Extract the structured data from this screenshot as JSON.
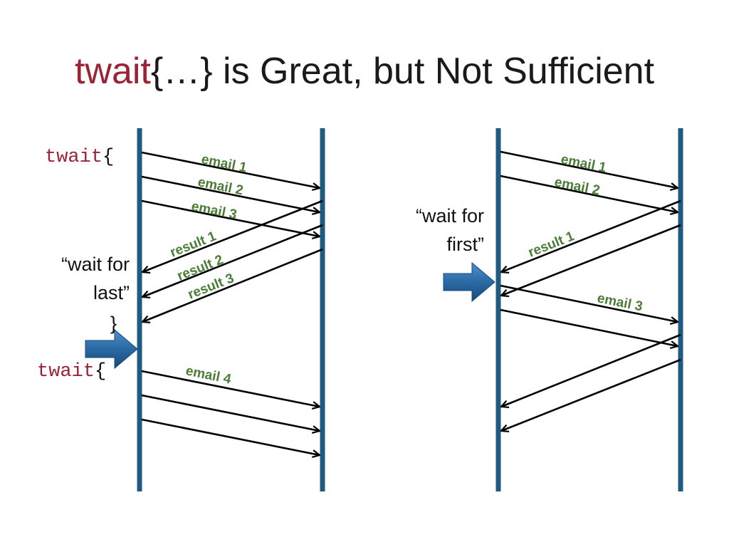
{
  "title": {
    "keyword": "twait",
    "braces": "{…}",
    "rest": " is Great, but Not Sufficient"
  },
  "left": {
    "code_open_1": {
      "keyword": "twait",
      "brace": "{"
    },
    "note_line1": "“wait for",
    "note_line2": "last”",
    "code_close": "}",
    "code_open_2": {
      "keyword": "twait",
      "brace": "{"
    },
    "labels": {
      "email1": "email 1",
      "email2": "email 2",
      "email3": "email 3",
      "result1": "result 1",
      "result2": "result 2",
      "result3": "result 3",
      "email4": "email 4"
    }
  },
  "right": {
    "note_line1": "“wait for",
    "note_line2": "first”",
    "labels": {
      "email1": "email 1",
      "email2": "email 2",
      "result1": "result 1",
      "email3": "email 3"
    }
  },
  "colors": {
    "timeline": "#1f5a80",
    "arrow": "#000000",
    "label": "#4a7d36",
    "keyword": "#9b2335",
    "pointer": "#2a6aa3"
  },
  "icons": {
    "pointer": "block-arrow-right-icon"
  }
}
